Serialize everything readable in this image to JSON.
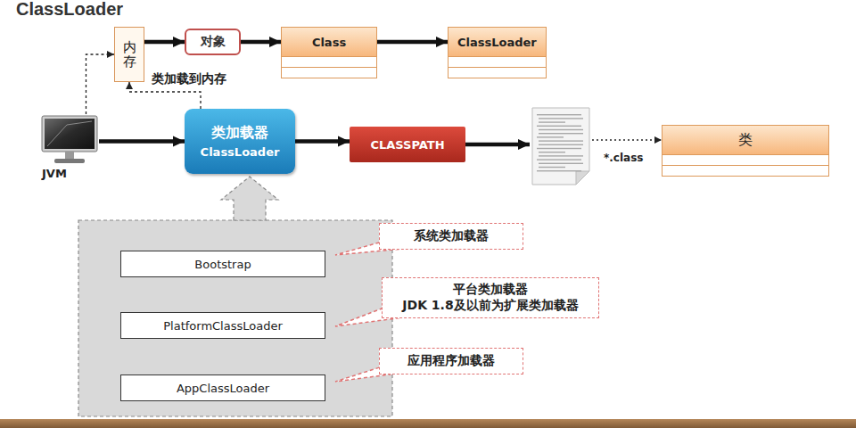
{
  "diagram": {
    "title": "ClassLoader",
    "nodes": [
      {
        "text": [
          "内存"
        ]
      },
      {
        "text": [
          "对象"
        ]
      },
      {
        "text": [
          "Class"
        ]
      },
      {
        "text": [
          "ClassLoader"
        ]
      },
      {
        "text": [
          "JVM"
        ]
      },
      {
        "text": [
          "类加载器",
          "ClassLoader"
        ]
      },
      {
        "text": [
          "CLASSPATH"
        ]
      },
      {
        "text": [
          "*.class"
        ]
      },
      {
        "text": [
          "类"
        ]
      },
      {
        "text": [
          "Bootstrap"
        ]
      },
      {
        "text": [
          "系统类加载器"
        ]
      },
      {
        "text": [
          "PlatformClassLoader"
        ]
      },
      {
        "text": [
          "平台类加载器",
          "JDK 1.8及以前为扩展类加载器"
        ]
      },
      {
        "text": [
          "AppClassLoader"
        ]
      },
      {
        "text": [
          "应用程序加载器"
        ]
      }
    ],
    "edges": [
      {
        "from": 0,
        "to": 1,
        "arrow": "to"
      },
      {
        "from": 1,
        "to": 2,
        "arrow": "to"
      },
      {
        "from": 2,
        "to": 3,
        "arrow": "to"
      },
      {
        "from": 4,
        "to": 0,
        "arrow": "to"
      },
      {
        "from": 5,
        "to": 0,
        "label": "类加载到内存",
        "arrow": "to"
      },
      {
        "from": 4,
        "to": 5,
        "arrow": "to"
      },
      {
        "from": 5,
        "to": 6,
        "arrow": "to"
      },
      {
        "from": 6,
        "to": 7,
        "arrow": "to"
      },
      {
        "from": 7,
        "to": 8,
        "arrow": "to"
      }
    ]
  }
}
